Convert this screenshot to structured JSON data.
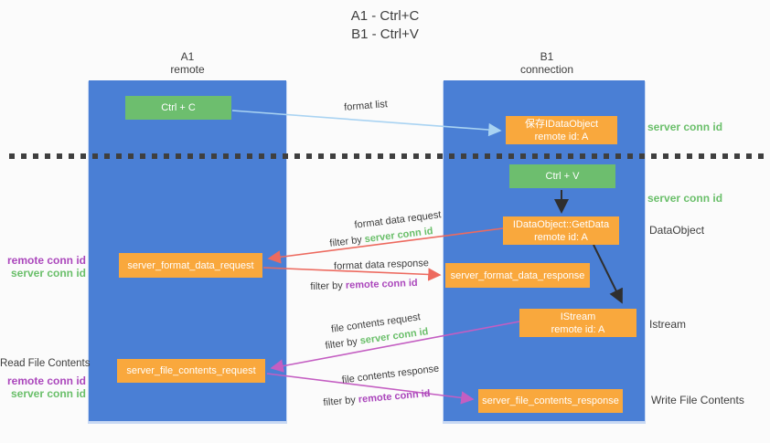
{
  "title": {
    "line1": "A1 - Ctrl+C",
    "line2": "B1 - Ctrl+V"
  },
  "lanes": {
    "left": {
      "name": "A1",
      "role": "remote"
    },
    "right": {
      "name": "B1",
      "role": "connection"
    }
  },
  "nodes": {
    "ctrl_c": {
      "label": "Ctrl + C"
    },
    "save_dataobject": {
      "line1": "保存IDataObject",
      "line2": "remote id: A"
    },
    "ctrl_v": {
      "label": "Ctrl + V"
    },
    "getdata": {
      "line1": "IDataObject::GetData",
      "line2": "remote id: A"
    },
    "format_request": {
      "label": "server_format_data_request"
    },
    "format_response": {
      "label": "server_format_data_response"
    },
    "istream": {
      "line1": "IStream",
      "line2": "remote id: A"
    },
    "file_request": {
      "label": "server_file_contents_request"
    },
    "file_response": {
      "label": "server_file_contents_response"
    }
  },
  "flow_labels": {
    "format_list": "format list",
    "format_data_request": "format data request",
    "format_data_request_filter_prefix": "filter by ",
    "format_data_request_filter_key": "server conn id",
    "format_data_response": "format data response",
    "format_data_response_filter_prefix": "filter by ",
    "format_data_response_filter_key": "remote conn id",
    "file_contents_request": "file contents request",
    "file_contents_request_filter_prefix": "filter by ",
    "file_contents_request_filter_key": "server conn id",
    "file_contents_response": "file contents response",
    "file_contents_response_filter_prefix": "filter by ",
    "file_contents_response_filter_key": "remote conn id"
  },
  "side_labels": {
    "right_server_conn_id_1": "server conn id",
    "right_server_conn_id_2": "server conn id",
    "dataobject": "DataObject",
    "istream": "Istream",
    "write_file_contents": "Write File Contents",
    "left_remote_conn_id_1": "remote conn id",
    "left_server_conn_id_1": "server conn id",
    "read_file_contents": "Read File Contents",
    "left_remote_conn_id_2": "remote conn id",
    "left_server_conn_id_2": "server conn id"
  },
  "colors": {
    "lane_blue": "#4a7fd5",
    "green_box": "#6dbe6e",
    "orange_box": "#f9a83d",
    "green_text": "#6abf6a",
    "purple_text": "#ab47bc",
    "red_arrow": "#ed6a5f",
    "magenta_arrow": "#c45ec2",
    "blue_arrow": "#a9d3f2",
    "black_arrow": "#2f2f2f"
  }
}
